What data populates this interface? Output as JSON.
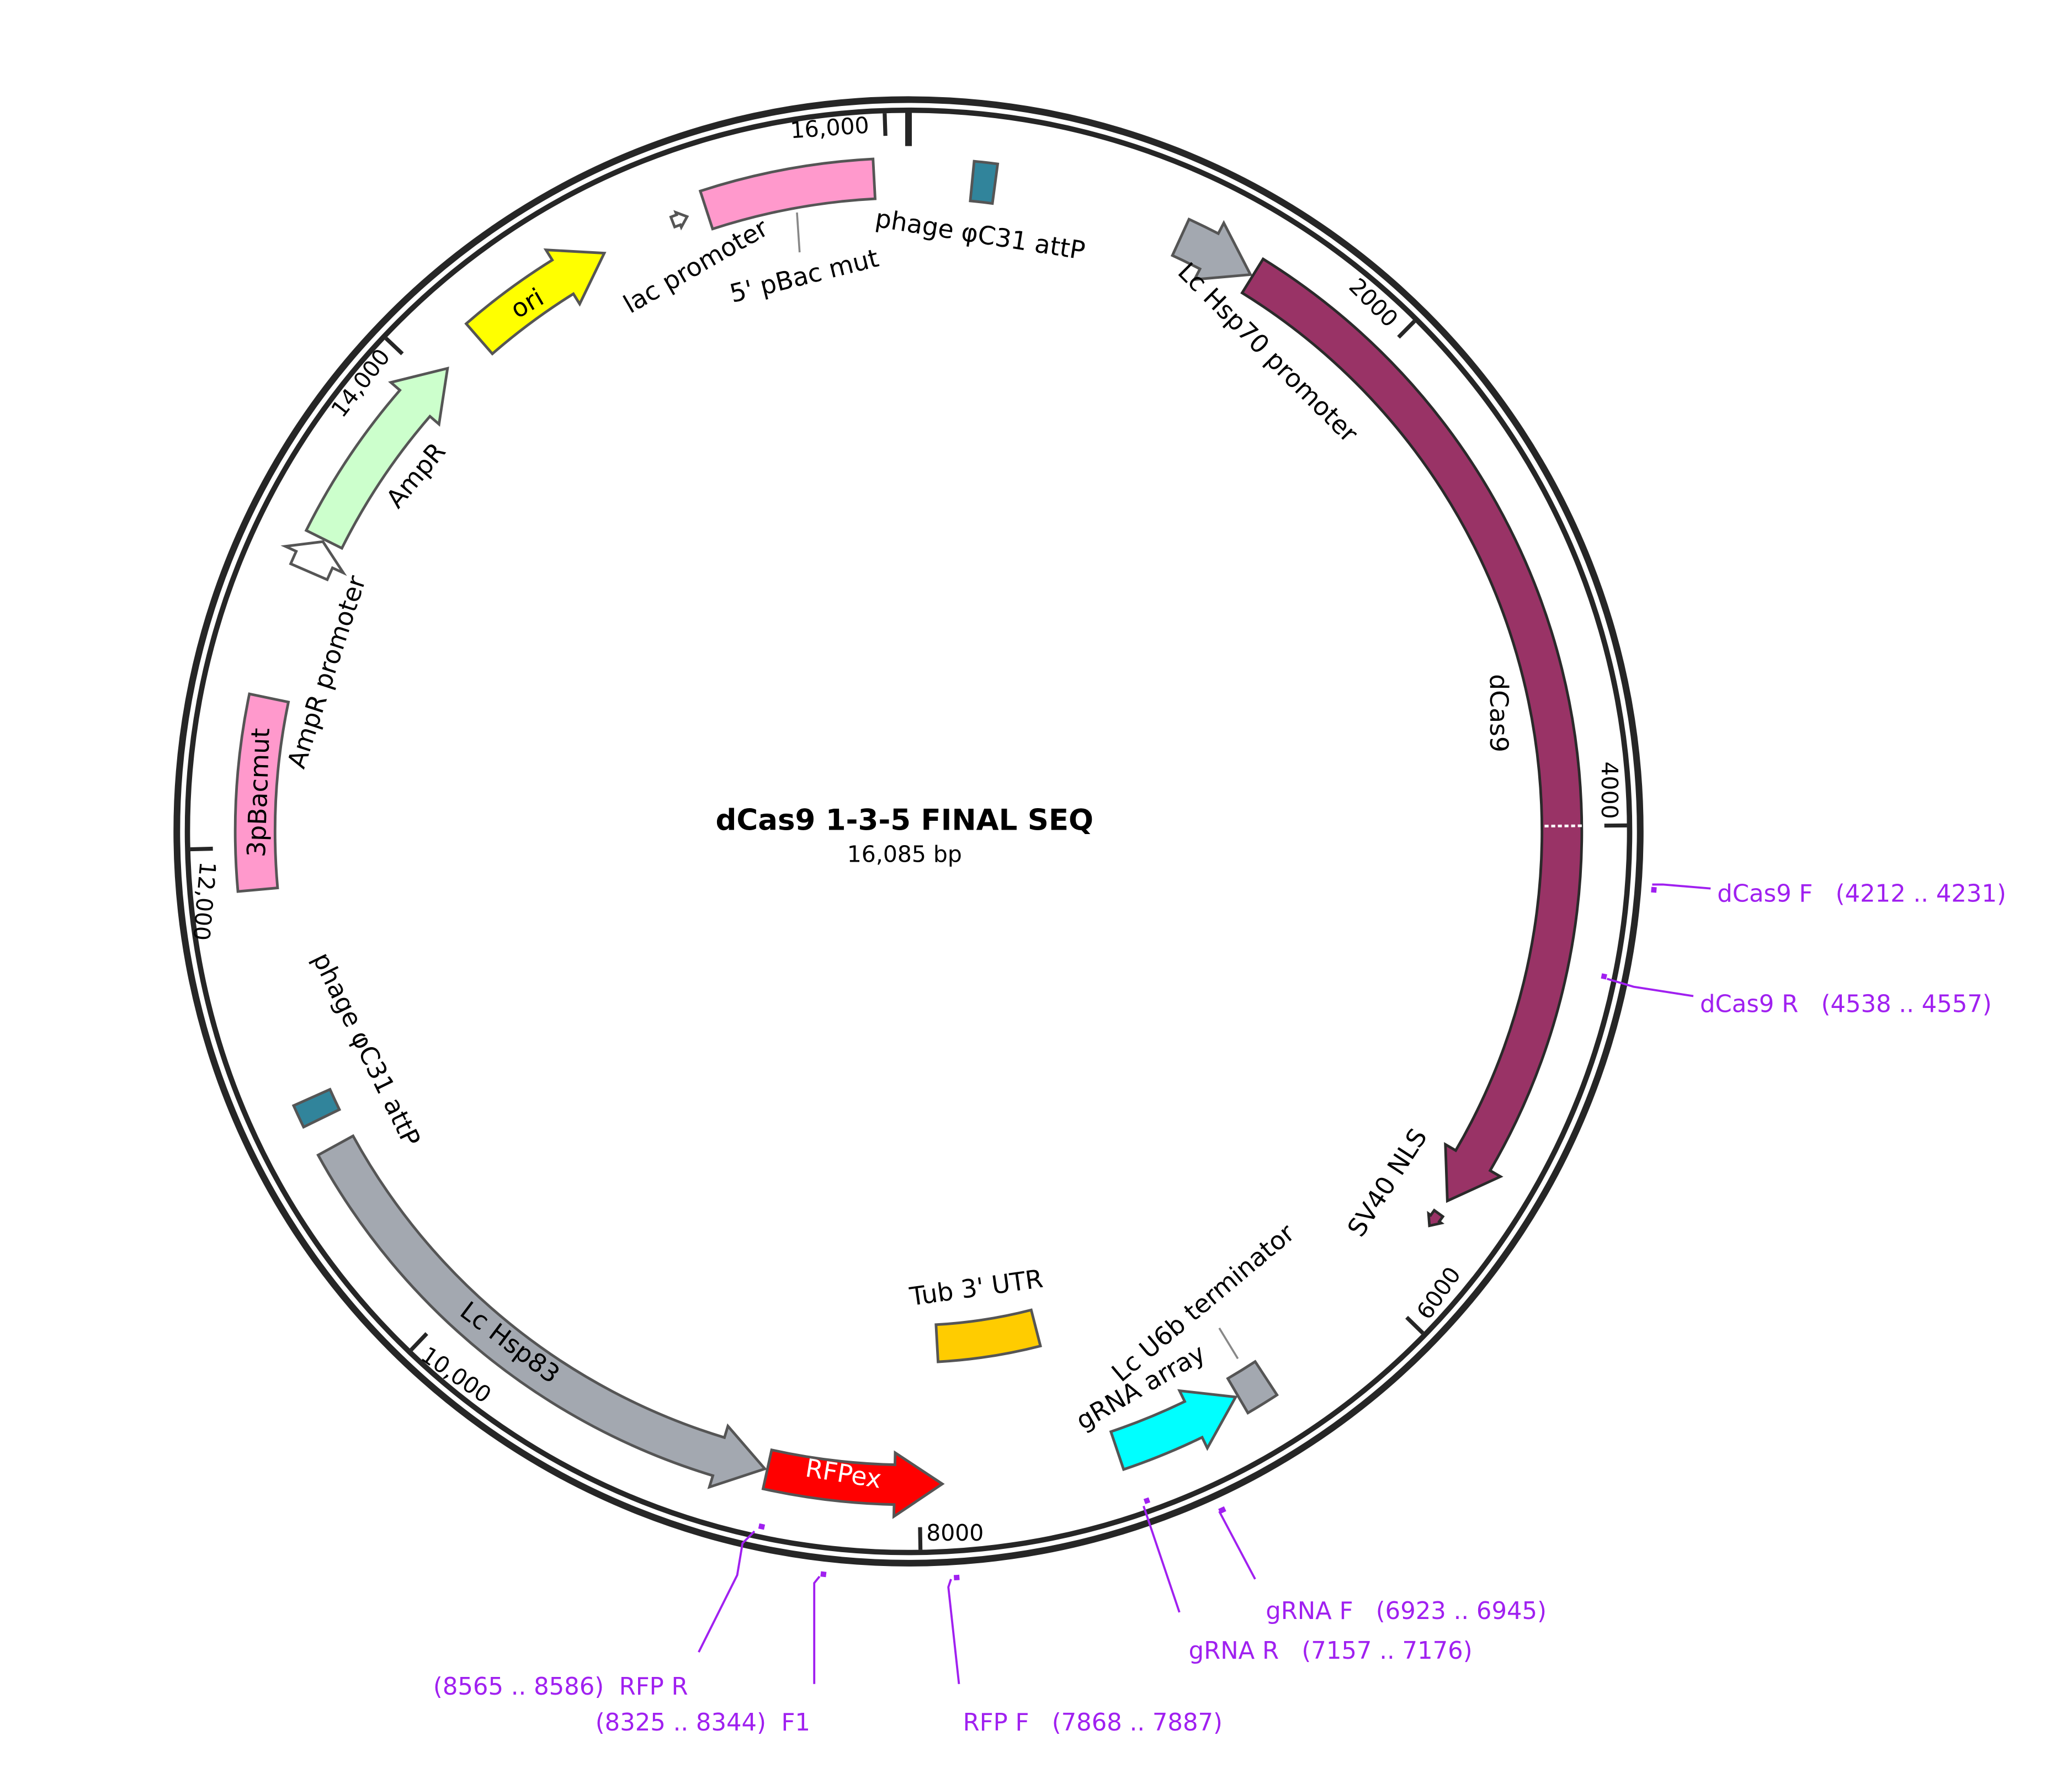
{
  "map": {
    "title": "dCas9 1-3-5 FINAL SEQ",
    "length_label": "16,085 bp",
    "length_bp": 16085
  },
  "ticks": [
    {
      "pos": 2000,
      "label": "2000"
    },
    {
      "pos": 4000,
      "label": "4000"
    },
    {
      "pos": 6000,
      "label": "6000"
    },
    {
      "pos": 8000,
      "label": "8000"
    },
    {
      "pos": 10000,
      "label": "10,000"
    },
    {
      "pos": 12000,
      "label": "12,000"
    },
    {
      "pos": 14000,
      "label": "14,000"
    },
    {
      "pos": 16000,
      "label": "16,000"
    }
  ],
  "features": [
    {
      "name": "phage φC31 attP",
      "start": 250,
      "end": 340,
      "strand": 0,
      "color": "#31849b",
      "ring": "outer"
    },
    {
      "name": "Lc Hsp70 promoter",
      "start": 1100,
      "end": 1410,
      "strand": 1,
      "color": "#a3a8b0",
      "ring": "outer"
    },
    {
      "name": "dCas9",
      "start": 1420,
      "end": 5560,
      "strand": 1,
      "color": "#993366",
      "ring": "outer"
    },
    {
      "name": "SV40 NLS",
      "start": 5620,
      "end": 5680,
      "strand": 1,
      "color": "#993366",
      "ring": "thin"
    },
    {
      "name": "Lc U6b terminator",
      "start": 6560,
      "end": 6690,
      "strand": 0,
      "color": "#a3a8b0",
      "ring": "outer"
    },
    {
      "name": "gRNA array",
      "start": 6700,
      "end": 7210,
      "strand": -1,
      "color": "#00ffff",
      "ring": "outer"
    },
    {
      "name": "Tub 3' UTR",
      "start": 7400,
      "end": 7900,
      "strand": 0,
      "color": "#ffcc00",
      "ring": "inner"
    },
    {
      "name": "RFPex",
      "start": 7910,
      "end": 8600,
      "strand": -1,
      "color": "#ff0000",
      "ring": "outer"
    },
    {
      "name": "Lc Hsp83",
      "start": 8610,
      "end": 10780,
      "strand": -1,
      "color": "#a3a8b0",
      "ring": "outer"
    },
    {
      "name": "phage φC31 attP",
      "start": 10900,
      "end": 10990,
      "strand": 0,
      "color": "#31849b",
      "ring": "outer"
    },
    {
      "name": "3pBacmut",
      "start": 11835,
      "end": 12590,
      "strand": 0,
      "color": "#ff99cc",
      "ring": "outer"
    },
    {
      "name": "AmpR promoter",
      "start": 13110,
      "end": 13240,
      "strand": 1,
      "color": "#ffffff",
      "ring": "outer"
    },
    {
      "name": "AmpR",
      "start": 13250,
      "end": 14080,
      "strand": 1,
      "color": "#ccffcc",
      "ring": "outer"
    },
    {
      "name": "ori",
      "start": 14250,
      "end": 14845,
      "strand": 1,
      "color": "#ffff00",
      "ring": "outer"
    },
    {
      "name": "lac promoter",
      "start": 15140,
      "end": 15200,
      "strand": 1,
      "color": "#ffffff",
      "ring": "thin"
    },
    {
      "name": "5' pBac mut",
      "start": 15280,
      "end": 15950,
      "strand": 0,
      "color": "#ff99cc",
      "ring": "outer"
    }
  ],
  "primers": [
    {
      "name": "dCas9 F",
      "start": 4212,
      "end": 4231,
      "strand": 1,
      "label": "dCas9 F   (4212 .. 4231)"
    },
    {
      "name": "dCas9 R",
      "start": 4538,
      "end": 4557,
      "strand": -1,
      "label": "dCas9 R   (4538 .. 4557)"
    },
    {
      "name": "gRNA F",
      "start": 6923,
      "end": 6945,
      "strand": 1,
      "label": "gRNA F   (6923 .. 6945)"
    },
    {
      "name": "gRNA R",
      "start": 7157,
      "end": 7176,
      "strand": -1,
      "label": "gRNA R   (7157 .. 7176)"
    },
    {
      "name": "RFP F",
      "start": 7868,
      "end": 7887,
      "strand": 1,
      "label": "RFP F   (7868 .. 7887)"
    },
    {
      "name": "F1",
      "start": 8325,
      "end": 8344,
      "strand": 1,
      "label": "(8325 .. 8344)  F1"
    },
    {
      "name": "RFP R",
      "start": 8565,
      "end": 8586,
      "strand": -1,
      "label": "(8565 .. 8586)  RFP R"
    }
  ],
  "colors": {
    "primer": "#a020f0",
    "backbone": "#262626",
    "outline": "#555555"
  }
}
